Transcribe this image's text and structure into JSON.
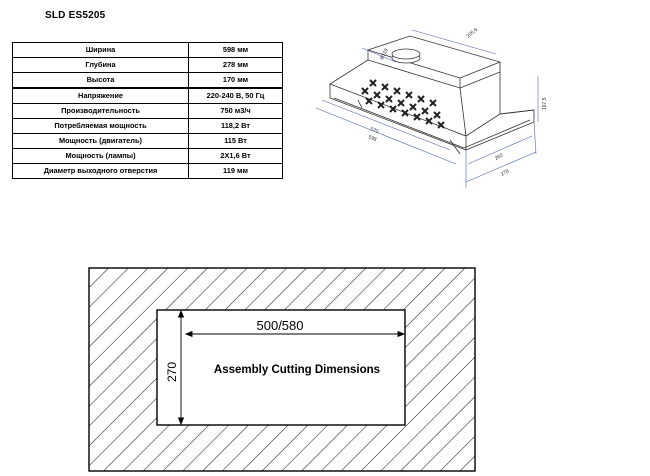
{
  "model": "SLD ES5205",
  "specs": [
    {
      "label": "Ширина",
      "value": "598 мм"
    },
    {
      "label": "Глубина",
      "value": "278 мм"
    },
    {
      "label": "Высота",
      "value": "170 мм"
    },
    {
      "label": "Напряжение",
      "value": "220-240 В, 50 Гц"
    },
    {
      "label": "Производительность",
      "value": "750 м3/ч"
    },
    {
      "label": "Потребляемая мощность",
      "value": "118,2 Вт"
    },
    {
      "label": "Мощность (двигатель)",
      "value": "115 Вт"
    },
    {
      "label": "Мощность (лампы)",
      "value": "2Х1,6 Вт"
    },
    {
      "label": "Диаметр выходного отверстия",
      "value": "119 мм"
    }
  ],
  "hood_dimensions": {
    "top_depth": "205,6",
    "outlet": "ф119",
    "height": "167,5",
    "front_width": "570",
    "total_width": "598",
    "depth_a": "260",
    "depth_b": "278"
  },
  "cutout": {
    "width": "500/580",
    "height": "270",
    "caption": "Assembly Cutting Dimensions"
  }
}
